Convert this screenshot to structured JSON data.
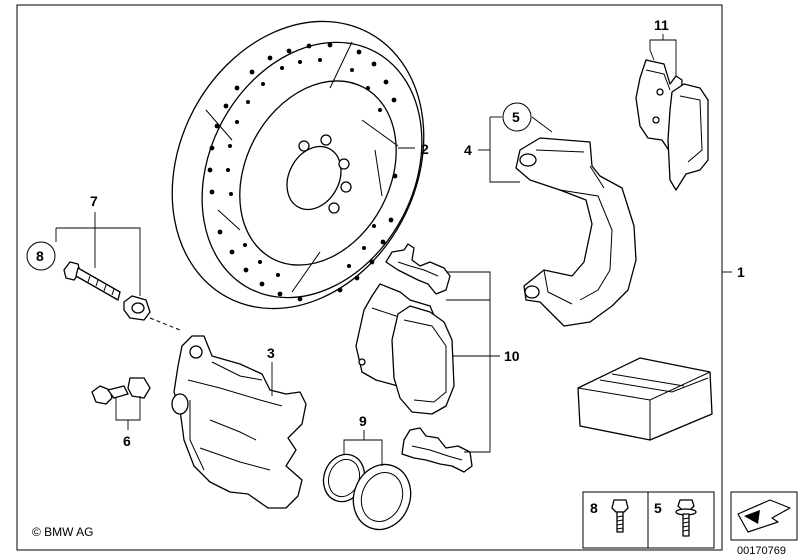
{
  "diagram": {
    "copyright": "© BMW AG",
    "figure_id": "00170769",
    "callouts": {
      "c1": "1",
      "c2": "2",
      "c3": "3",
      "c4": "4",
      "c5": "5",
      "c6": "6",
      "c7": "7",
      "c8": "8",
      "c9": "9",
      "c10": "10",
      "c11": "11"
    },
    "legend_box": {
      "left_label": "8",
      "right_label": "5"
    }
  }
}
